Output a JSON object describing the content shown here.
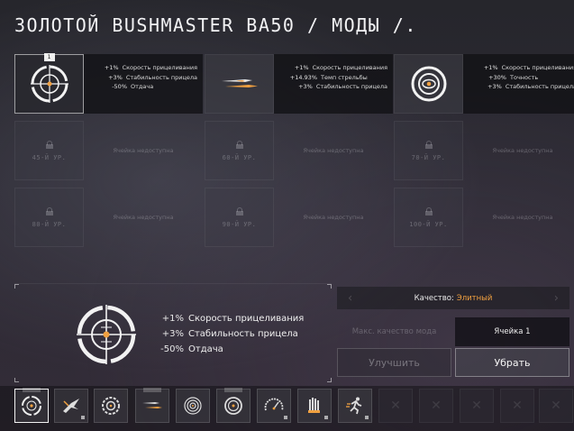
{
  "header": {
    "title": "ЗОЛОТОЙ BUSHMASTER BA50 / МОДЫ /."
  },
  "mods": [
    {
      "badge": "1",
      "icon": "crosshair-icon",
      "stats": [
        {
          "value": "+1%",
          "name": "Скорость прицеливания"
        },
        {
          "value": "+3%",
          "name": "Стабильность прицела"
        },
        {
          "value": "-50%",
          "name": "Отдача"
        }
      ]
    },
    {
      "icon": "bullets-icon",
      "stats": [
        {
          "value": "+1%",
          "name": "Скорость прицеливания"
        },
        {
          "value": "+14.93%",
          "name": "Темп стрельбы"
        },
        {
          "value": "+3%",
          "name": "Стабильность прицела"
        }
      ]
    },
    {
      "icon": "eye-target-icon",
      "stats": [
        {
          "value": "+1%",
          "name": "Скорость прицеливания"
        },
        {
          "value": "+30%",
          "name": "Точность"
        },
        {
          "value": "+3%",
          "name": "Стабильность прицела"
        }
      ]
    }
  ],
  "locked_slots": [
    {
      "level": "45-Й УР.",
      "text": "Ячейка недоступна"
    },
    {
      "level": "60-Й УР.",
      "text": "Ячейка недоступна"
    },
    {
      "level": "70-Й УР.",
      "text": "Ячейка недоступна"
    },
    {
      "level": "80-Й УР.",
      "text": "Ячейка недоступна"
    },
    {
      "level": "90-Й УР.",
      "text": "Ячейка недоступна"
    },
    {
      "level": "100-Й УР.",
      "text": "Ячейка недоступна"
    }
  ],
  "detail": {
    "icon": "crosshair-icon",
    "stats": [
      {
        "value": "+1%",
        "name": "Скорость прицеливания"
      },
      {
        "value": "+3%",
        "name": "Стабильность прицела"
      },
      {
        "value": "-50%",
        "name": "Отдача"
      }
    ]
  },
  "actions": {
    "quality_label": "Качество:",
    "quality_value": "Элитный",
    "max_quality_label": "Макс. качество мода",
    "slot_label": "Ячейка 1",
    "upgrade_label": "Улучшить",
    "remove_label": "Убрать"
  },
  "inventory": [
    {
      "icon": "crosshair-icon",
      "selected": true
    },
    {
      "icon": "wings-icon"
    },
    {
      "icon": "gear-icon"
    },
    {
      "icon": "bullets-icon"
    },
    {
      "icon": "scope-rings-icon"
    },
    {
      "icon": "eye-target-icon"
    },
    {
      "icon": "speedometer-icon"
    },
    {
      "icon": "hand-icon"
    },
    {
      "icon": "running-man-icon"
    },
    {
      "icon": "empty-slot-icon"
    },
    {
      "icon": "empty-slot-icon"
    },
    {
      "icon": "empty-slot-icon"
    },
    {
      "icon": "empty-slot-icon"
    },
    {
      "icon": "empty-slot-icon"
    }
  ],
  "colors": {
    "accent_orange": "#f0a040",
    "quality_elite": "#f0a040",
    "panel_dark": "#121216"
  }
}
